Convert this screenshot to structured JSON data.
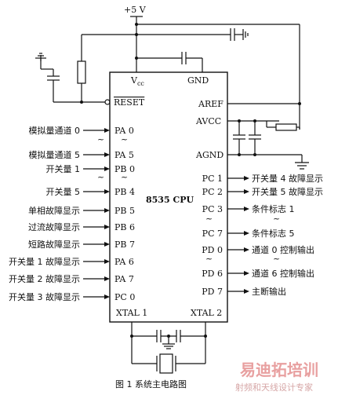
{
  "power": {
    "vplus": "+5 V"
  },
  "chip": {
    "name": "8535 CPU",
    "vcc": "V",
    "vcc_sub": "cc",
    "gnd": "GND",
    "reset": "RESET",
    "aref": "AREF",
    "avcc": "AVCC",
    "agnd": "AGND",
    "xtal1": "XTAL 1",
    "xtal2": "XTAL 2"
  },
  "left_pins": [
    {
      "label": "模拟量通道 0",
      "pin": "PA 0"
    },
    {
      "label": "模拟量通道 5",
      "pin": "PA 5"
    },
    {
      "label": "开关量 1",
      "pin": "PB 0"
    },
    {
      "label": "开关量 5",
      "pin": "PB 4"
    },
    {
      "label": "单相故障显示",
      "pin": "PB 5"
    },
    {
      "label": "过流故障显示",
      "pin": "PB 6"
    },
    {
      "label": "短路故障显示",
      "pin": "PB 7"
    },
    {
      "label": "开关量 1 故障显示",
      "pin": "PA 6"
    },
    {
      "label": "开关量 2 故障显示",
      "pin": "PA 7"
    },
    {
      "label": "开关量 3 故障显示",
      "pin": "PC 0"
    }
  ],
  "right_pins": [
    {
      "label": "开关量 4 故障显示",
      "pin": "PC 1"
    },
    {
      "label": "开关量 5 故障显示",
      "pin": "PC 2"
    },
    {
      "label": "条件标志 1",
      "pin": "PC 3"
    },
    {
      "label": "条件标志 5",
      "pin": "PC 7"
    },
    {
      "label": "通道 0 控制输出",
      "pin": "PD 0"
    },
    {
      "label": "通道 6 控制输出",
      "pin": "PD 6"
    },
    {
      "label": "主断输出",
      "pin": "PD 7"
    }
  ],
  "caption": "图 1  系统主电路图",
  "watermark": {
    "brand": "易迪拓培训",
    "sub": "射频和天线设计专家"
  }
}
